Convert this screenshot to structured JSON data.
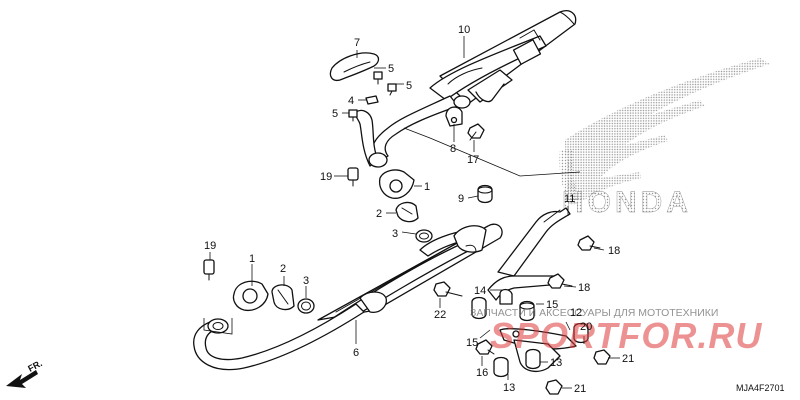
{
  "diagram": {
    "code": "MJA4F2701",
    "direction_label": "FR."
  },
  "watermark": {
    "brand": "HONDA",
    "site": "SPORTFOR.RU",
    "caption": "ЗАПЧАСТИ И АКСЕССУАРЫ ДЛЯ МОТОТЕХНИКИ"
  },
  "callouts": {
    "c7": "7",
    "c10": "10",
    "c5a": "5",
    "c5b": "5",
    "c4": "4",
    "c5c": "5",
    "c8": "8",
    "c17": "17",
    "c19a": "19",
    "c1a": "1",
    "c2a": "2",
    "c3a": "3",
    "c9": "9",
    "c11": "11",
    "c18a": "18",
    "c19b": "19",
    "c1b": "1",
    "c2b": "2",
    "c3b": "3",
    "c18b": "18",
    "c14": "14",
    "c15a": "15",
    "c22": "22",
    "c12": "12",
    "c15b": "15",
    "c20": "20",
    "c6": "6",
    "c16": "16",
    "c13a": "13",
    "c13b": "13",
    "c21a": "21",
    "c21b": "21"
  },
  "colors": {
    "line": "#111111",
    "watermark_red": "#e03a3a",
    "watermark_gray": "#888888"
  }
}
